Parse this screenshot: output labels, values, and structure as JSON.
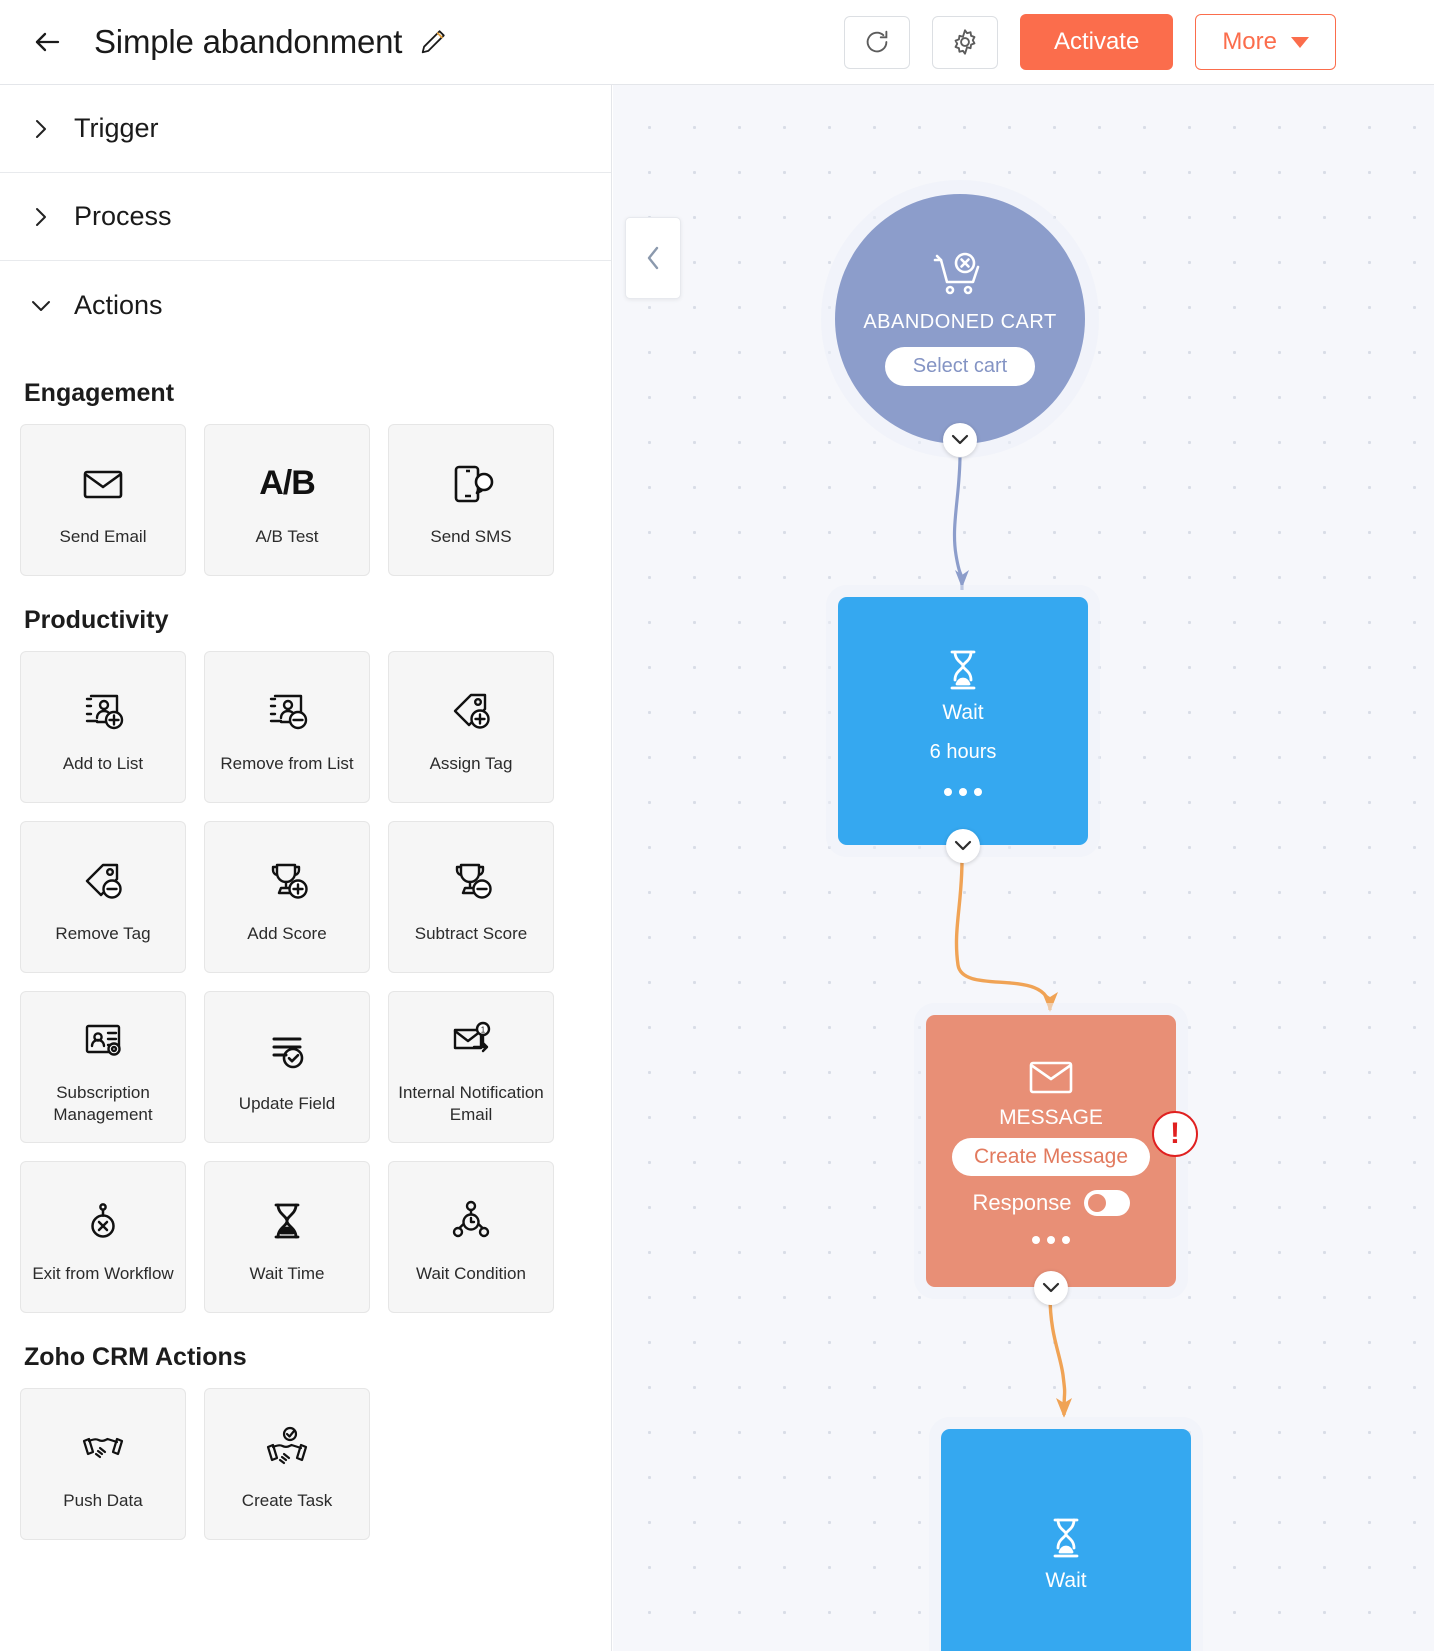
{
  "header": {
    "back_icon": "back-arrow-icon",
    "title": "Simple abandonment",
    "edit_icon": "pencil-icon",
    "refresh_icon": "refresh-icon",
    "settings_icon": "gear-icon",
    "activate_label": "Activate",
    "more_label": "More",
    "accent_orange": "#fb6d4c"
  },
  "sidebar": {
    "accordions": [
      {
        "label": "Trigger",
        "expanded": false,
        "icon": "chevron-right-icon"
      },
      {
        "label": "Process",
        "expanded": false,
        "icon": "chevron-right-icon"
      },
      {
        "label": "Actions",
        "expanded": true,
        "icon": "chevron-down-icon"
      }
    ],
    "groups": [
      {
        "title": "Engagement",
        "cards": [
          {
            "label": "Send Email",
            "icon": "envelope-icon"
          },
          {
            "label": "A/B Test",
            "icon": "ab-text-icon"
          },
          {
            "label": "Send SMS",
            "icon": "phone-chat-icon"
          }
        ]
      },
      {
        "title": "Productivity",
        "cards": [
          {
            "label": "Add to List",
            "icon": "contact-card-plus-icon"
          },
          {
            "label": "Remove from List",
            "icon": "contact-card-minus-icon"
          },
          {
            "label": "Assign Tag",
            "icon": "tag-plus-icon"
          },
          {
            "label": "Remove Tag",
            "icon": "tag-minus-icon"
          },
          {
            "label": "Add Score",
            "icon": "trophy-plus-icon"
          },
          {
            "label": "Subtract Score",
            "icon": "trophy-minus-icon"
          },
          {
            "label": "Subscription Management",
            "icon": "contact-gear-icon"
          },
          {
            "label": "Update Field",
            "icon": "list-check-icon"
          },
          {
            "label": "Internal Notification Email",
            "icon": "envelope-notify-arrow-icon"
          },
          {
            "label": "Exit from Workflow",
            "icon": "exit-circle-x-icon"
          },
          {
            "label": "Wait Time",
            "icon": "hourglass-icon"
          },
          {
            "label": "Wait Condition",
            "icon": "node-clock-icon"
          }
        ]
      },
      {
        "title": "Zoho CRM Actions",
        "cards": [
          {
            "label": "Push Data",
            "icon": "handshake-icon"
          },
          {
            "label": "Create Task",
            "icon": "handshake-check-icon"
          }
        ]
      }
    ]
  },
  "canvas": {
    "collapse_icon": "chevron-left-icon",
    "trigger": {
      "icon": "abandoned-cart-icon",
      "label": "ABANDONED CART",
      "button_label": "Select cart",
      "color": "#8c9dcb"
    },
    "nodes": [
      {
        "type": "wait",
        "icon": "hourglass-icon",
        "title": "Wait",
        "subtitle": "6 hours",
        "color": "#35a8f0",
        "menu_icon": "more-dots-icon"
      },
      {
        "type": "message",
        "icon": "envelope-icon",
        "title": "MESSAGE",
        "button_label": "Create Message",
        "toggle_label": "Response",
        "toggle_state": "off",
        "color": "#e88f76",
        "error_icon": "error-exclamation-icon",
        "menu_icon": "more-dots-icon"
      },
      {
        "type": "wait",
        "icon": "hourglass-icon",
        "title": "Wait",
        "color": "#35a8f0"
      }
    ],
    "connector_icon": "chevron-down-icon",
    "connector_colors": {
      "first": "#8c9dcb",
      "rest": "#f0a355"
    }
  }
}
